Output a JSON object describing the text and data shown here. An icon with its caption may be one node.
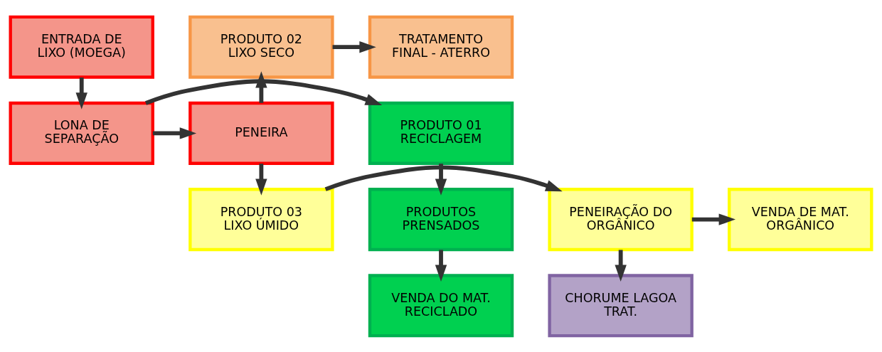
{
  "diagram": {
    "nodes": [
      {
        "text": [
          "ENTRADA DE LIXO (MOEGA)"
        ]
      },
      {
        "text": [
          "PRODUTO 02 LIXO SECO"
        ]
      },
      {
        "text": [
          "TRATAMENTO FINAL - ATERRO"
        ]
      },
      {
        "text": [
          "PRODUTO 01 RECICLAGEM"
        ]
      },
      {
        "text": [
          "LONA DE SEPARAÇÃO"
        ]
      },
      {
        "text": [
          "PENEIRA"
        ]
      },
      {
        "text": [
          "PRODUTOS PRENSADOS"
        ]
      },
      {
        "text": [
          "PRODUTO 03 LIXO ÚMIDO"
        ]
      },
      {
        "text": [
          "PENEIRAÇÃO DO ORGÂNICO"
        ]
      },
      {
        "text": [
          "VENDA DE MAT. ORGÂNICO"
        ]
      },
      {
        "text": [
          "VENDA DO MAT. RECICLADO"
        ]
      },
      {
        "text": [
          "CHORUME LAGOA TRAT."
        ]
      }
    ],
    "edges": [
      {
        "from": 0,
        "to": 4,
        "arrow": "to"
      },
      {
        "from": 4,
        "to": 3,
        "arrow": "to"
      },
      {
        "from": 4,
        "to": 5,
        "arrow": "to"
      },
      {
        "from": 5,
        "to": 1,
        "arrow": "to"
      },
      {
        "from": 1,
        "to": 2,
        "arrow": "to"
      },
      {
        "from": 5,
        "to": 7,
        "arrow": "to"
      },
      {
        "from": 3,
        "to": 6,
        "arrow": "to"
      },
      {
        "from": 6,
        "to": 10,
        "arrow": "to"
      },
      {
        "from": 7,
        "to": 8,
        "arrow": "to"
      },
      {
        "from": 8,
        "to": 9,
        "arrow": "to"
      },
      {
        "from": 8,
        "to": 11,
        "arrow": "to"
      }
    ]
  }
}
